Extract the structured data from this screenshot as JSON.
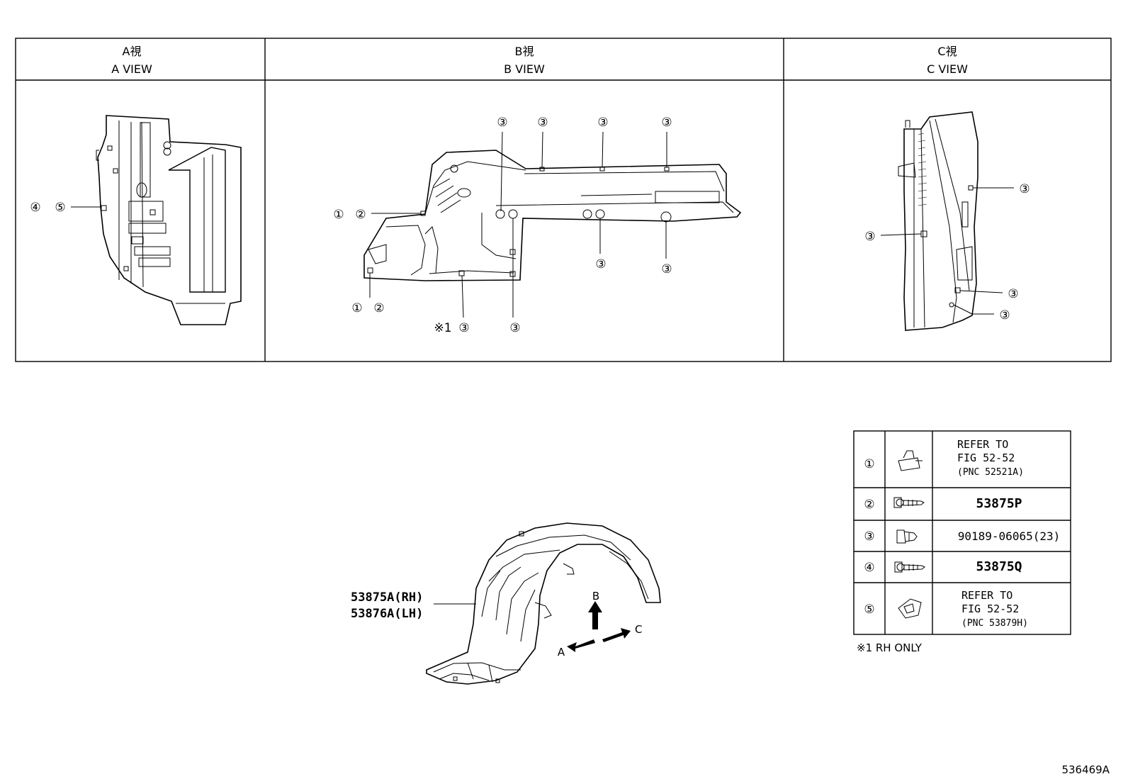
{
  "views": [
    {
      "jp": "A視",
      "en": "A VIEW"
    },
    {
      "jp": "B視",
      "en": "B VIEW"
    },
    {
      "jp": "C視",
      "en": "C VIEW"
    }
  ],
  "callouts": {
    "n1": "①",
    "n2": "②",
    "n3": "③",
    "n4": "④",
    "n5": "⑤",
    "rh_mark": "※1"
  },
  "main_part": {
    "rh": "53875A(RH)",
    "lh": "53876A(LH)"
  },
  "arrows": {
    "a": "A",
    "b": "B",
    "c": "C"
  },
  "legend": {
    "rows": [
      {
        "num": "①",
        "lines": [
          "REFER TO",
          "FIG 52-52",
          "(PNC 52521A)"
        ]
      },
      {
        "num": "②",
        "pn": "53875P"
      },
      {
        "num": "③",
        "pn": "90189-06065(23)"
      },
      {
        "num": "④",
        "pn": "53875Q"
      },
      {
        "num": "⑤",
        "lines": [
          "REFER TO",
          "FIG 52-52",
          "(PNC 53879H)"
        ]
      }
    ],
    "note": "※1 RH ONLY"
  },
  "figure_id": "536469A"
}
